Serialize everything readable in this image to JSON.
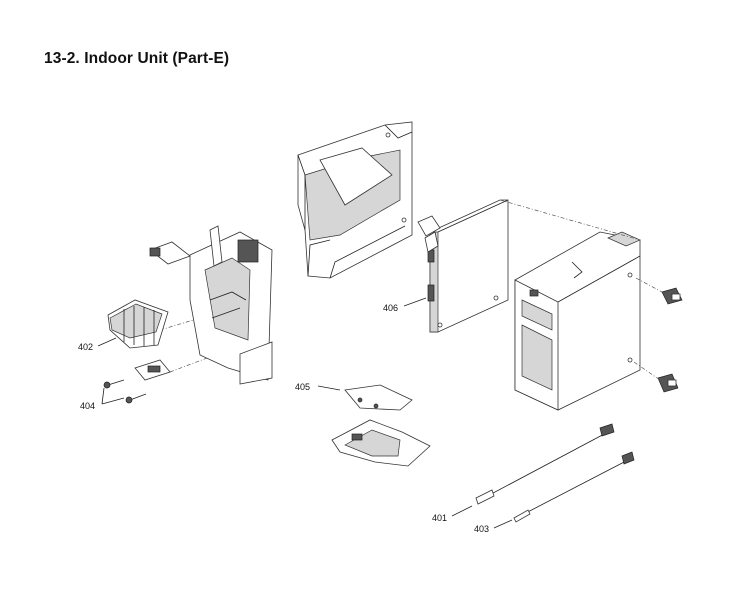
{
  "title": "13-2.  Indoor Unit (Part-E)",
  "callouts": [
    {
      "id": "401",
      "text": "401"
    },
    {
      "id": "402",
      "text": "402"
    },
    {
      "id": "403",
      "text": "403"
    },
    {
      "id": "404",
      "text": "404"
    },
    {
      "id": "405",
      "text": "405"
    },
    {
      "id": "406",
      "text": "406"
    }
  ]
}
